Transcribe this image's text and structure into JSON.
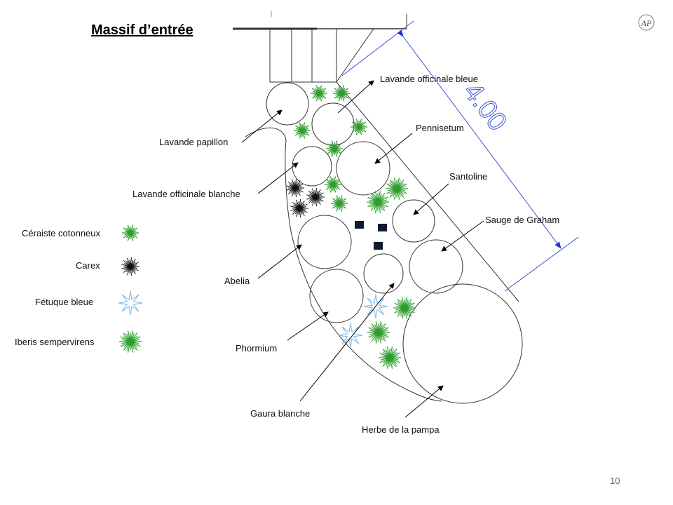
{
  "title": "Massif d’entrée",
  "page_number": "10",
  "logo_text": "AP",
  "dimension": "4.00",
  "colors": {
    "dimension": "#3b4fd6",
    "plant_green": "#2e9e2e",
    "carex": "#111111",
    "fetuque": "#7ab8e0",
    "paving": "#0f1b2e"
  },
  "plants": {
    "lavande_officinale_bleue": "Lavande officinale bleue",
    "lavande_papillon": "Lavande papillon",
    "pennisetum": "Pennisetum",
    "santoline": "Santoline",
    "lavande_officinale_blanche": "Lavande officinale blanche",
    "sauge": "Sauge de Graham",
    "abelia": "Abelia",
    "phormium": "Phormium",
    "gaura": "Gaura blanche",
    "pampa": "Herbe de la pampa"
  },
  "legend": [
    {
      "label": "Céraiste cotonneux",
      "icon": "ceraiste-icon"
    },
    {
      "label": "Carex",
      "icon": "carex-icon"
    },
    {
      "label": "Fétuque bleue",
      "icon": "fetuque-icon"
    },
    {
      "label": "Iberis sempervirens",
      "icon": "iberis-icon"
    }
  ]
}
